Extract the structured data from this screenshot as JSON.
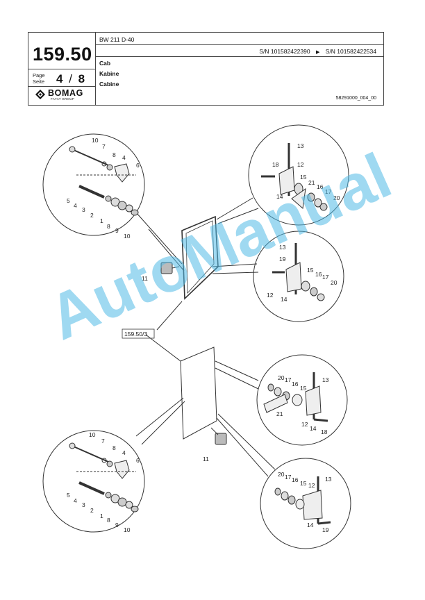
{
  "header": {
    "group_number": "159.50",
    "page_label_1": "Page",
    "page_label_2": "Seite",
    "page_number": "4",
    "page_separator": "/",
    "page_total": "8",
    "model": "BW 211 D-40",
    "serial_from": "S/N 101582422390",
    "serial_to": "S/N 101582422534",
    "title_en": "Cab",
    "title_de": "Kabine",
    "title_fr": "Cabine",
    "drawing_number": "58291000_004_00",
    "logo_text": "BOMAG",
    "logo_subtext": "FAYAT GROUP"
  },
  "drawing": {
    "reference_box": "159.50/3",
    "callouts_top_left": [
      "10",
      "7",
      "8",
      "4",
      "6",
      "5",
      "4",
      "3",
      "2",
      "1",
      "8",
      "9",
      "10"
    ],
    "callouts_top_right_upper": [
      "13",
      "18",
      "12",
      "15",
      "21",
      "16",
      "17",
      "14",
      "20"
    ],
    "callouts_top_right_lower": [
      "13",
      "19",
      "15",
      "16",
      "17",
      "20",
      "12",
      "14"
    ],
    "callouts_bottom_right_upper": [
      "20",
      "17",
      "16",
      "15",
      "13",
      "21",
      "12",
      "14",
      "18"
    ],
    "callouts_bottom_left": [
      "10",
      "7",
      "8",
      "4",
      "6",
      "5",
      "4",
      "3",
      "2",
      "1",
      "8",
      "9",
      "10"
    ],
    "callouts_bottom_right_lower": [
      "20",
      "17",
      "16",
      "15",
      "12",
      "13",
      "14",
      "19"
    ],
    "callout_11_top": "11",
    "callout_11_bottom": "11"
  },
  "watermark": "AutoManual",
  "colors": {
    "watermark": "#50b9e6",
    "line": "#444444"
  }
}
